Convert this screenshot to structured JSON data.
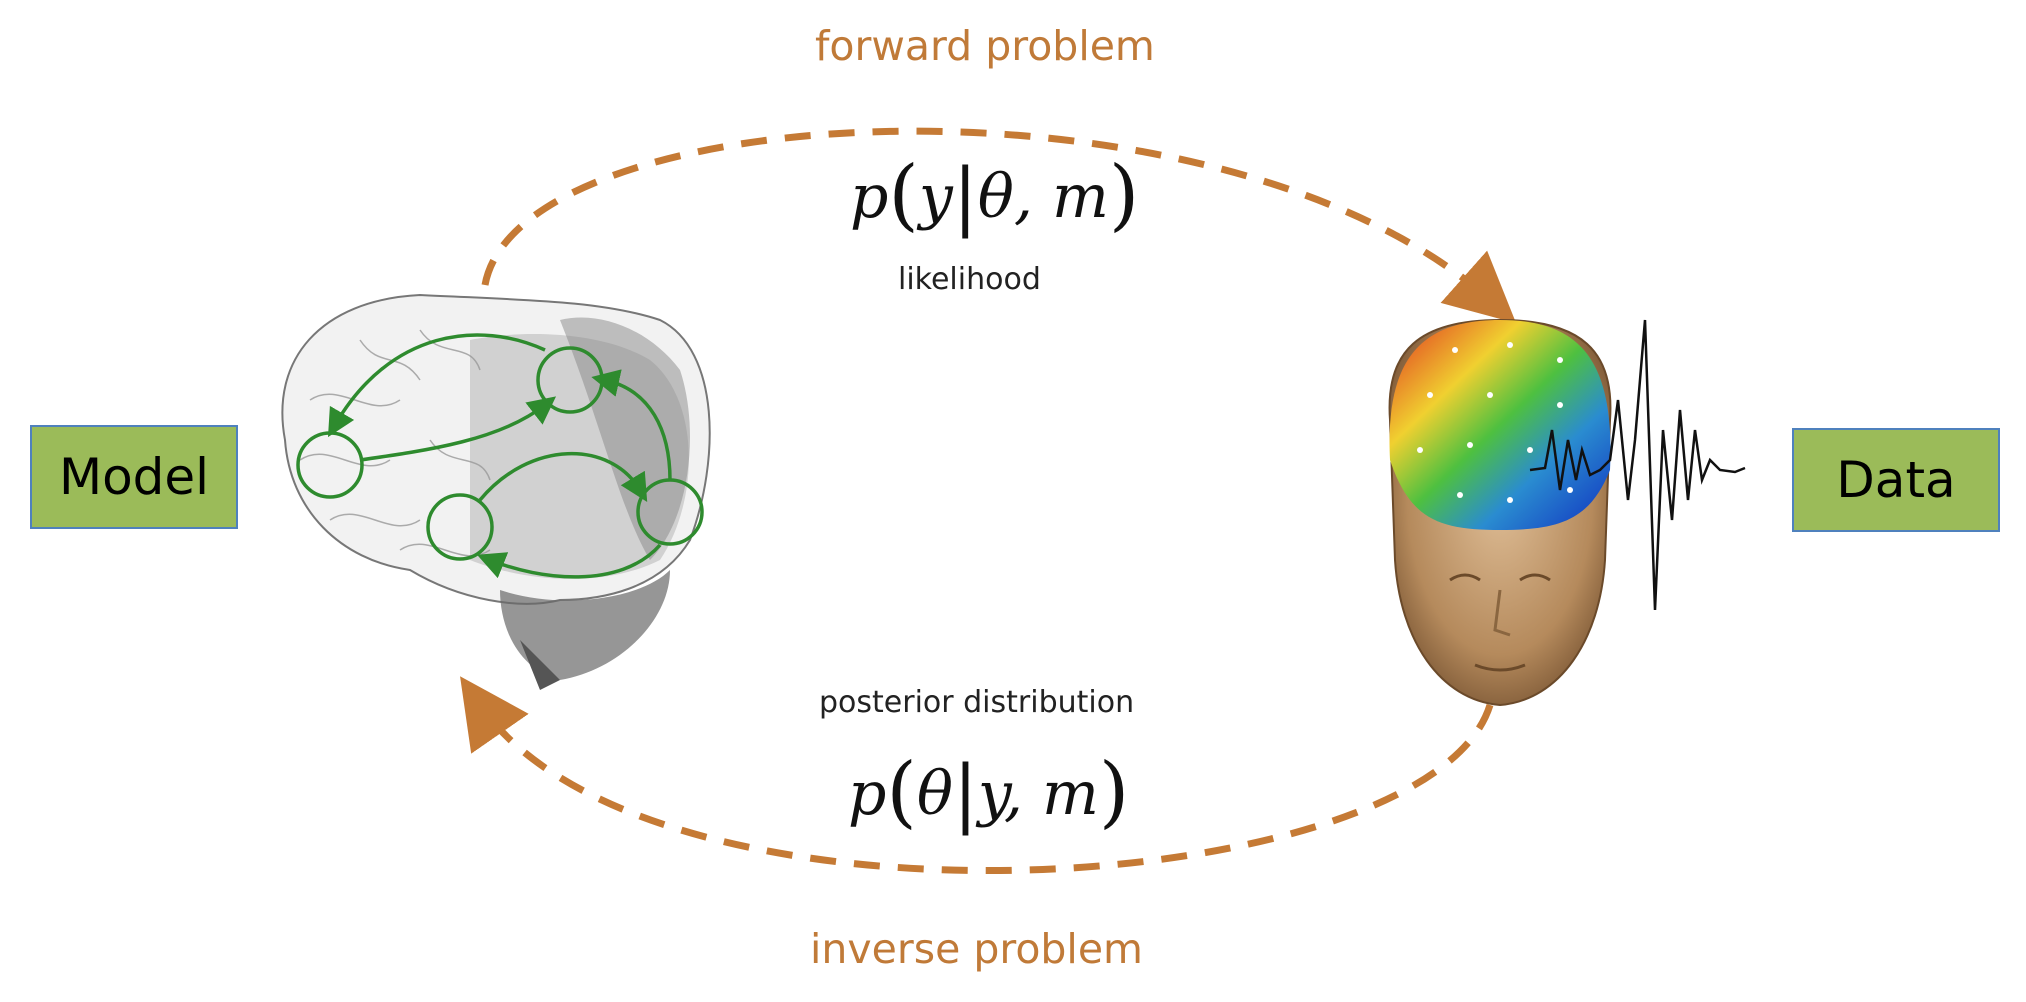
{
  "model_label": "Model",
  "data_label": "Data",
  "forward_label": "forward problem",
  "inverse_label": "inverse problem",
  "likelihood_label": "likelihood",
  "posterior_label": "posterior distribution",
  "likelihood_formula": {
    "fn": "p",
    "target": "y",
    "given": "θ, m"
  },
  "posterior_formula": {
    "fn": "p",
    "target": "θ",
    "given": "y, m"
  },
  "colors": {
    "arrow": "#c57a35",
    "box_fill": "#9bbb59",
    "box_border": "#4f81bd",
    "network": "#2e8b2e"
  }
}
